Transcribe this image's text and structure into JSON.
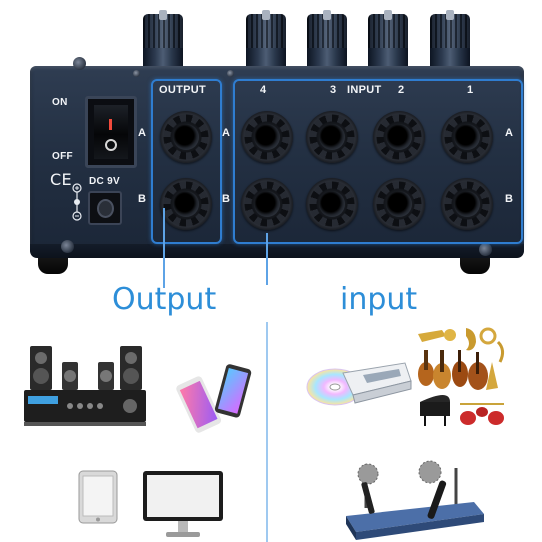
{
  "mixer": {
    "labels": {
      "on": "ON",
      "off": "OFF",
      "ce_mark": "CE",
      "dc_power": "DC 9V",
      "output_header": "OUTPUT",
      "input_header": "INPUT",
      "channel_4": "4",
      "channel_3": "3",
      "channel_2": "2",
      "channel_1": "1",
      "row_a": "A",
      "row_b": "B"
    },
    "output_jacks": [
      "A",
      "B"
    ],
    "input_jack_columns": [
      "4",
      "3",
      "2",
      "1"
    ],
    "input_jack_rows": [
      "A",
      "B"
    ],
    "highlight_color": "#2f7dd0"
  },
  "sections": {
    "output_label": "Output",
    "input_label": "input",
    "label_color": "#2d8ed8"
  },
  "illustrations": {
    "output_devices": [
      "speaker-amplifier-icon",
      "smartphones-icon",
      "tablet-icon",
      "computer-monitor-icon"
    ],
    "input_devices": [
      "musical-instruments-icon",
      "cd-player-icon",
      "wireless-microphone-receiver-icon"
    ]
  }
}
